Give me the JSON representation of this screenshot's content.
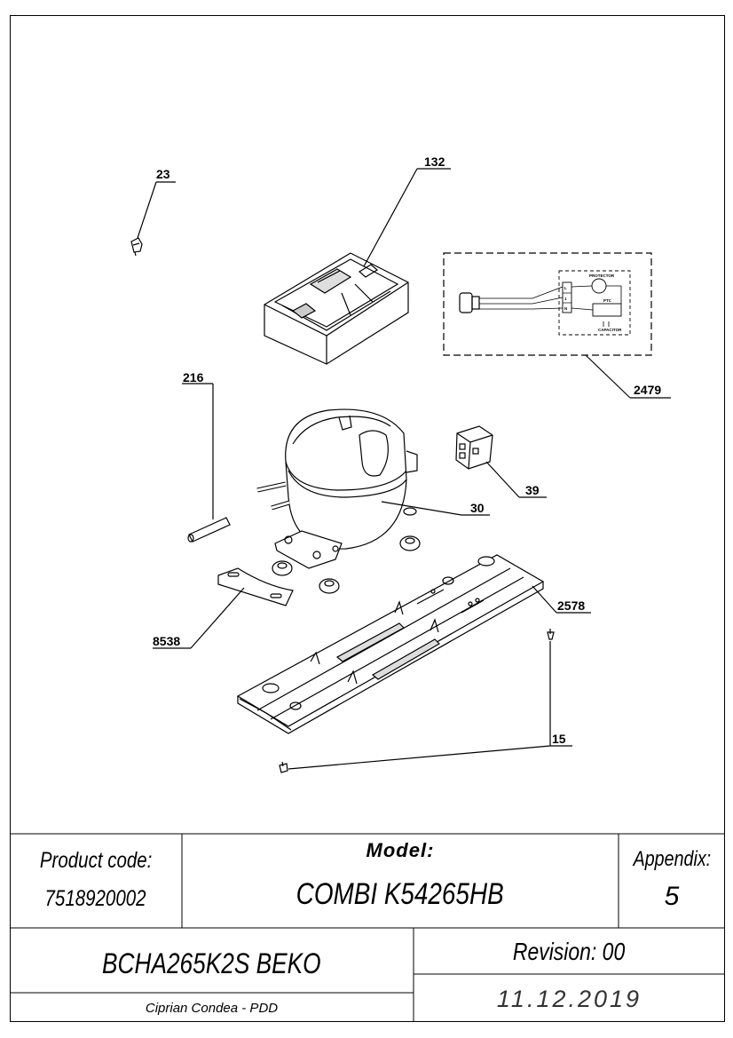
{
  "callouts": {
    "c23": "23",
    "c132": "132",
    "c2479": "2479",
    "c216": "216",
    "c30": "30",
    "c39": "39",
    "c8538": "8538",
    "c2578": "2578",
    "c15": "15"
  },
  "wiring_labels": {
    "protector": "PROTECTOR",
    "ptc": "PTC",
    "capacitor": "CAPACITOR",
    "l": "L",
    "n": "N",
    "one": "1"
  },
  "title_block": {
    "product_code_label": "Product code:",
    "product_code": "7518920002",
    "model_label": "Model:",
    "model": "COMBI K54265HB",
    "appendix_label": "Appendix:",
    "appendix": "5",
    "name": "BCHA265K2S BEKO",
    "revision": "Revision: 00",
    "author": "Ciprian Condea - PDD",
    "date": "11.12.2019"
  }
}
